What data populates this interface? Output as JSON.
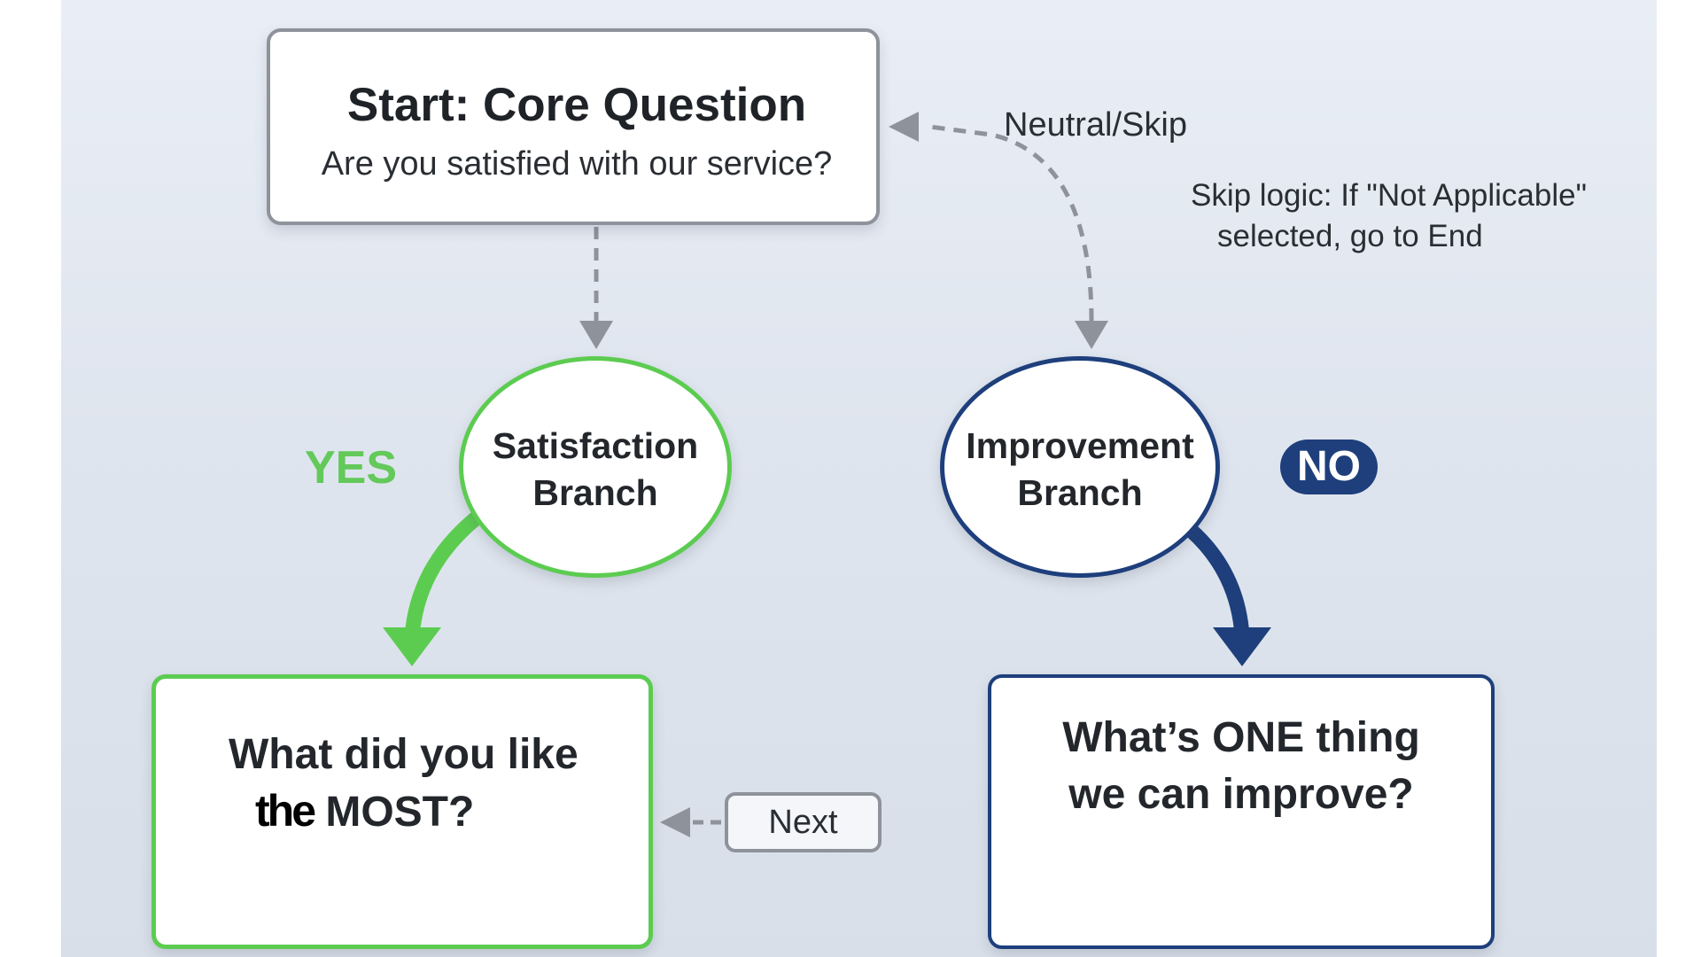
{
  "start": {
    "title": "Start: Core Question",
    "question": "Are you satisfied with our service?"
  },
  "branches": {
    "satisfaction": {
      "line1": "Satisfaction",
      "line2": "Branch",
      "answer": "YES",
      "color": "#5ccc51"
    },
    "improvement": {
      "line1": "Improvement",
      "line2": "Branch",
      "answer": "NO",
      "color": "#1e3f7c"
    }
  },
  "questions": {
    "like_most": {
      "line1": "What did you like",
      "line2_prefix": "the",
      "line2_rest": "MOST?"
    },
    "improve": {
      "line1": "What’s ONE thing",
      "line2": "we can improve?"
    }
  },
  "neutral_label": "Neutral/Skip",
  "skip_logic": {
    "line1": "Skip logic: If \"Not Applicable\"",
    "line2": "selected, go to End"
  },
  "next_label": "Next",
  "colors": {
    "neutral": "#8e939b",
    "yes_green": "#5ccc51",
    "no_blue": "#1e3f7c"
  }
}
